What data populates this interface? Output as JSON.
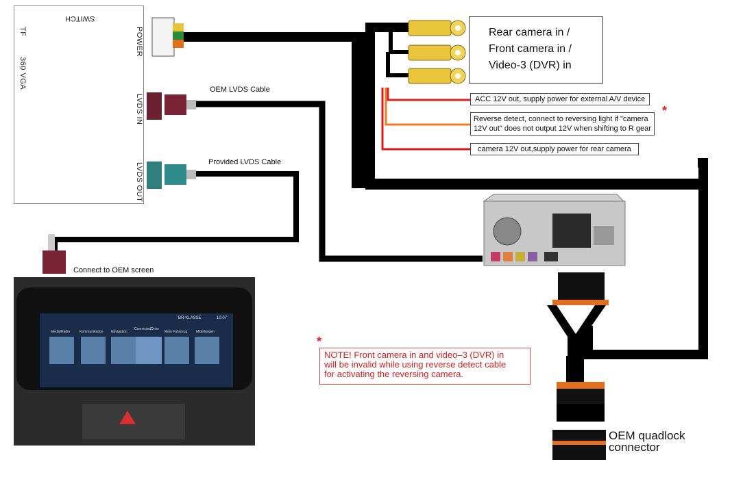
{
  "module": {
    "switch_label": "SWITCH",
    "tf_label": "TF",
    "vga_label": "360 VGA",
    "power_label": "POWER",
    "lvds_in_label": "LVDS IN",
    "lvds_out_label": "LVDS OUT"
  },
  "cables": {
    "oem_lvds": "OEM LVDS Cable",
    "provided_lvds": "Provided LVDS Cable",
    "connect_oem_screen": "Connect to OEM screen"
  },
  "camera_box": {
    "line1": "Rear camera in /",
    "line2": "Front camera in /",
    "line3": "Video-3 (DVR) in"
  },
  "wires": {
    "acc": "ACC 12V out, supply power for external A/V device",
    "reverse_line1": "Reverse detect, connect to reversing light if \"camera",
    "reverse_line2": "12V out\" does not output 12V when shifting to R gear",
    "camera12v": "camera 12V out,supply power for rear camera"
  },
  "note": {
    "star": "*",
    "line1": "NOTE! Front camera in and video–3 (DVR) in",
    "line2": "will be invalid while using reverse detect cable",
    "line3": "for activating the reversing camera."
  },
  "reverse_star": "*",
  "quadlock": {
    "line1": "OEM quadlock",
    "line2": "connector"
  },
  "screen": {
    "brand_label": "BR-KLASSE",
    "time": "10:07",
    "menu": [
      "Media/Radio",
      "Kommunikation",
      "Navigation",
      "ConnectedDrive",
      "Mein Fahrzeug",
      "Mitteilungen"
    ]
  },
  "colors": {
    "cable": "#000000",
    "rca_yellow": "#e8c53a",
    "acc_wire": "#e02020",
    "reverse_wire": "#f07a20",
    "cam12v_wire": "#d81818",
    "note_red": "#d92020",
    "lvds_in_connector": "#6b2030",
    "lvds_out_connector": "#2f7f7f"
  }
}
